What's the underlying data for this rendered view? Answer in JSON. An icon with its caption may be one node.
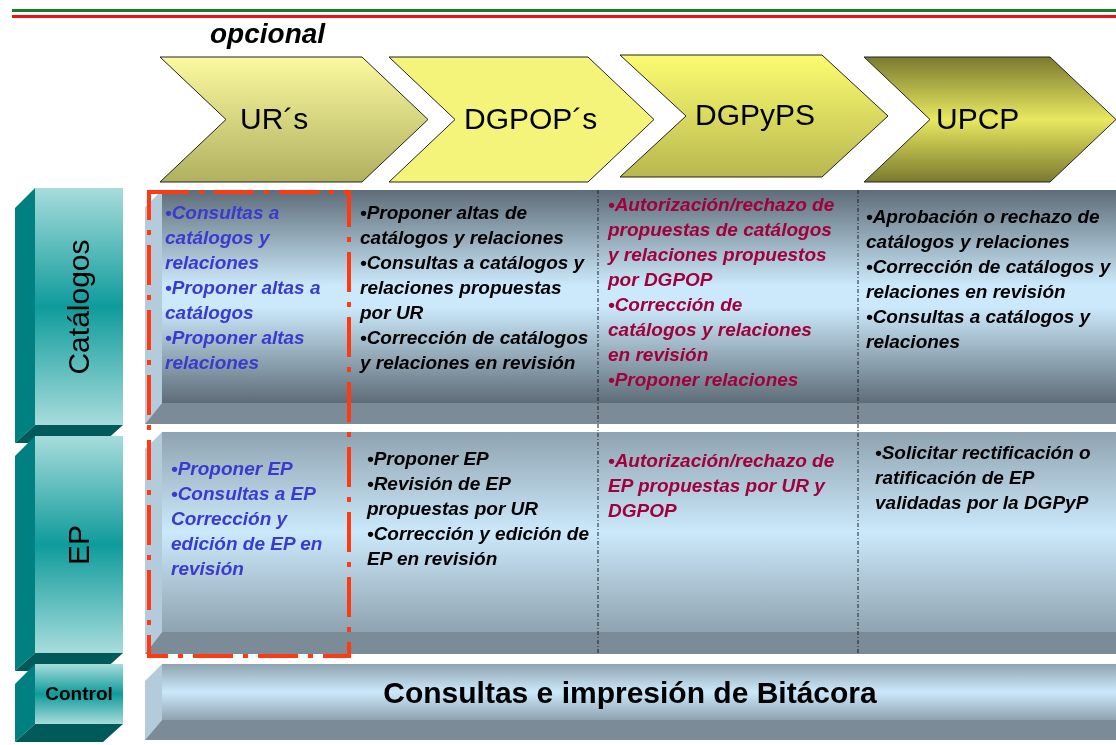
{
  "diagram": {
    "nodes": [
      {
        "text": [
          "UR´s"
        ]
      },
      {
        "text": [
          "DGPOP´s"
        ]
      },
      {
        "text": [
          "DGPyPS"
        ]
      },
      {
        "text": [
          "UPCP"
        ]
      },
      {
        "text": [
          "Catálogos"
        ]
      },
      {
        "text": [
          "EP"
        ]
      },
      {
        "text": [
          "Control"
        ]
      },
      {
        "text": [],
        "shape": "bar"
      },
      {
        "text": [
          "•Consultas a catálogos y relaciones",
          "•Proponer altas a catálogos",
          "•Proponer altas relaciones"
        ],
        "in": 7
      },
      {
        "text": [
          "•Proponer altas de catálogos y relaciones",
          "•Consultas a catálogos y relaciones propuestas por UR",
          "•Corrección de catálogos y relaciones en revisión"
        ],
        "in": 7
      },
      {
        "text": [
          "•Autorización/rechazo de propuestas de catálogos y relaciones propuestos por DGPOP",
          "•Corrección de catálogos y relaciones en revisión",
          "•Proponer relaciones"
        ],
        "in": 7
      },
      {
        "text": [
          "•Aprobación o rechazo de catálogos y relaciones",
          "•Corrección de catálogos y relaciones en revisión",
          "•Consultas a catálogos y relaciones"
        ],
        "in": 7
      },
      {
        "text": [],
        "shape": "bar"
      },
      {
        "text": [
          "•Proponer EP",
          "•Consultas a EP Corrección y edición de EP en revisión"
        ],
        "in": 12
      },
      {
        "text": [
          "•Proponer EP",
          "•Revisión de EP propuestas por UR",
          "•Corrección y edición de EP en revisión"
        ],
        "in": 12
      },
      {
        "text": [
          "•Autorización/rechazo de EP propuestas por UR y DGPOP"
        ],
        "in": 12
      },
      {
        "text": [
          "•Solicitar rectificación o ratificación de EP validadas por la DGPyP"
        ],
        "in": 12
      },
      {
        "text": [
          "Consultas e impresión de Bitácora"
        ]
      }
    ],
    "labels": [
      "opcional"
    ]
  }
}
